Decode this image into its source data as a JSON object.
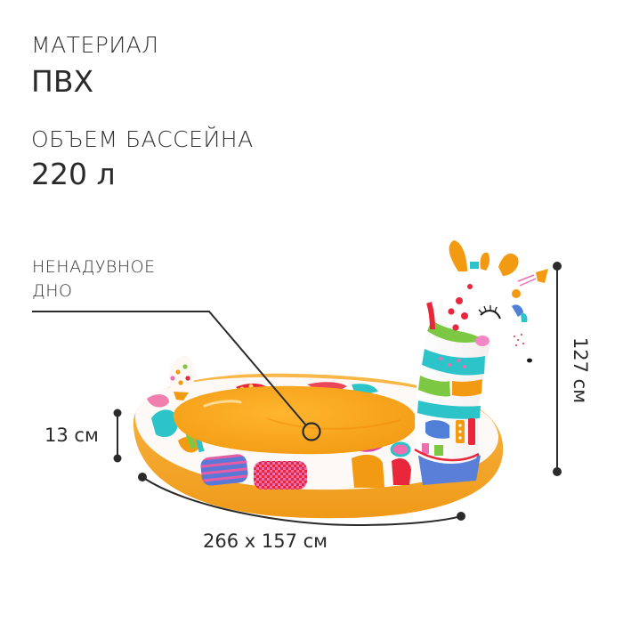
{
  "specs": {
    "material": {
      "label": "МАТЕРИАЛ",
      "value": "ПВХ"
    },
    "volume": {
      "label": "ОБЪЕМ БАССЕЙНА",
      "value": "220 л"
    }
  },
  "callout": {
    "line1": "НЕНАДУВНОЕ",
    "line2": "ДНО"
  },
  "dimensions": {
    "ring_height": "13 см",
    "footprint": "266 х 157 см",
    "total_height": "127 см"
  },
  "product": {
    "description": "inflatable giraffe kids pool",
    "colors": {
      "pool_orange": "#f5a21e",
      "pool_orange_dark": "#e88a10",
      "ring_white": "#fdf9f6",
      "accent_red": "#e8283a",
      "accent_pink": "#ee6fb0",
      "accent_blue": "#4f7fd6",
      "accent_teal": "#2cc3c9",
      "accent_green": "#7cc843",
      "line_dark": "#2b2b2b"
    }
  }
}
